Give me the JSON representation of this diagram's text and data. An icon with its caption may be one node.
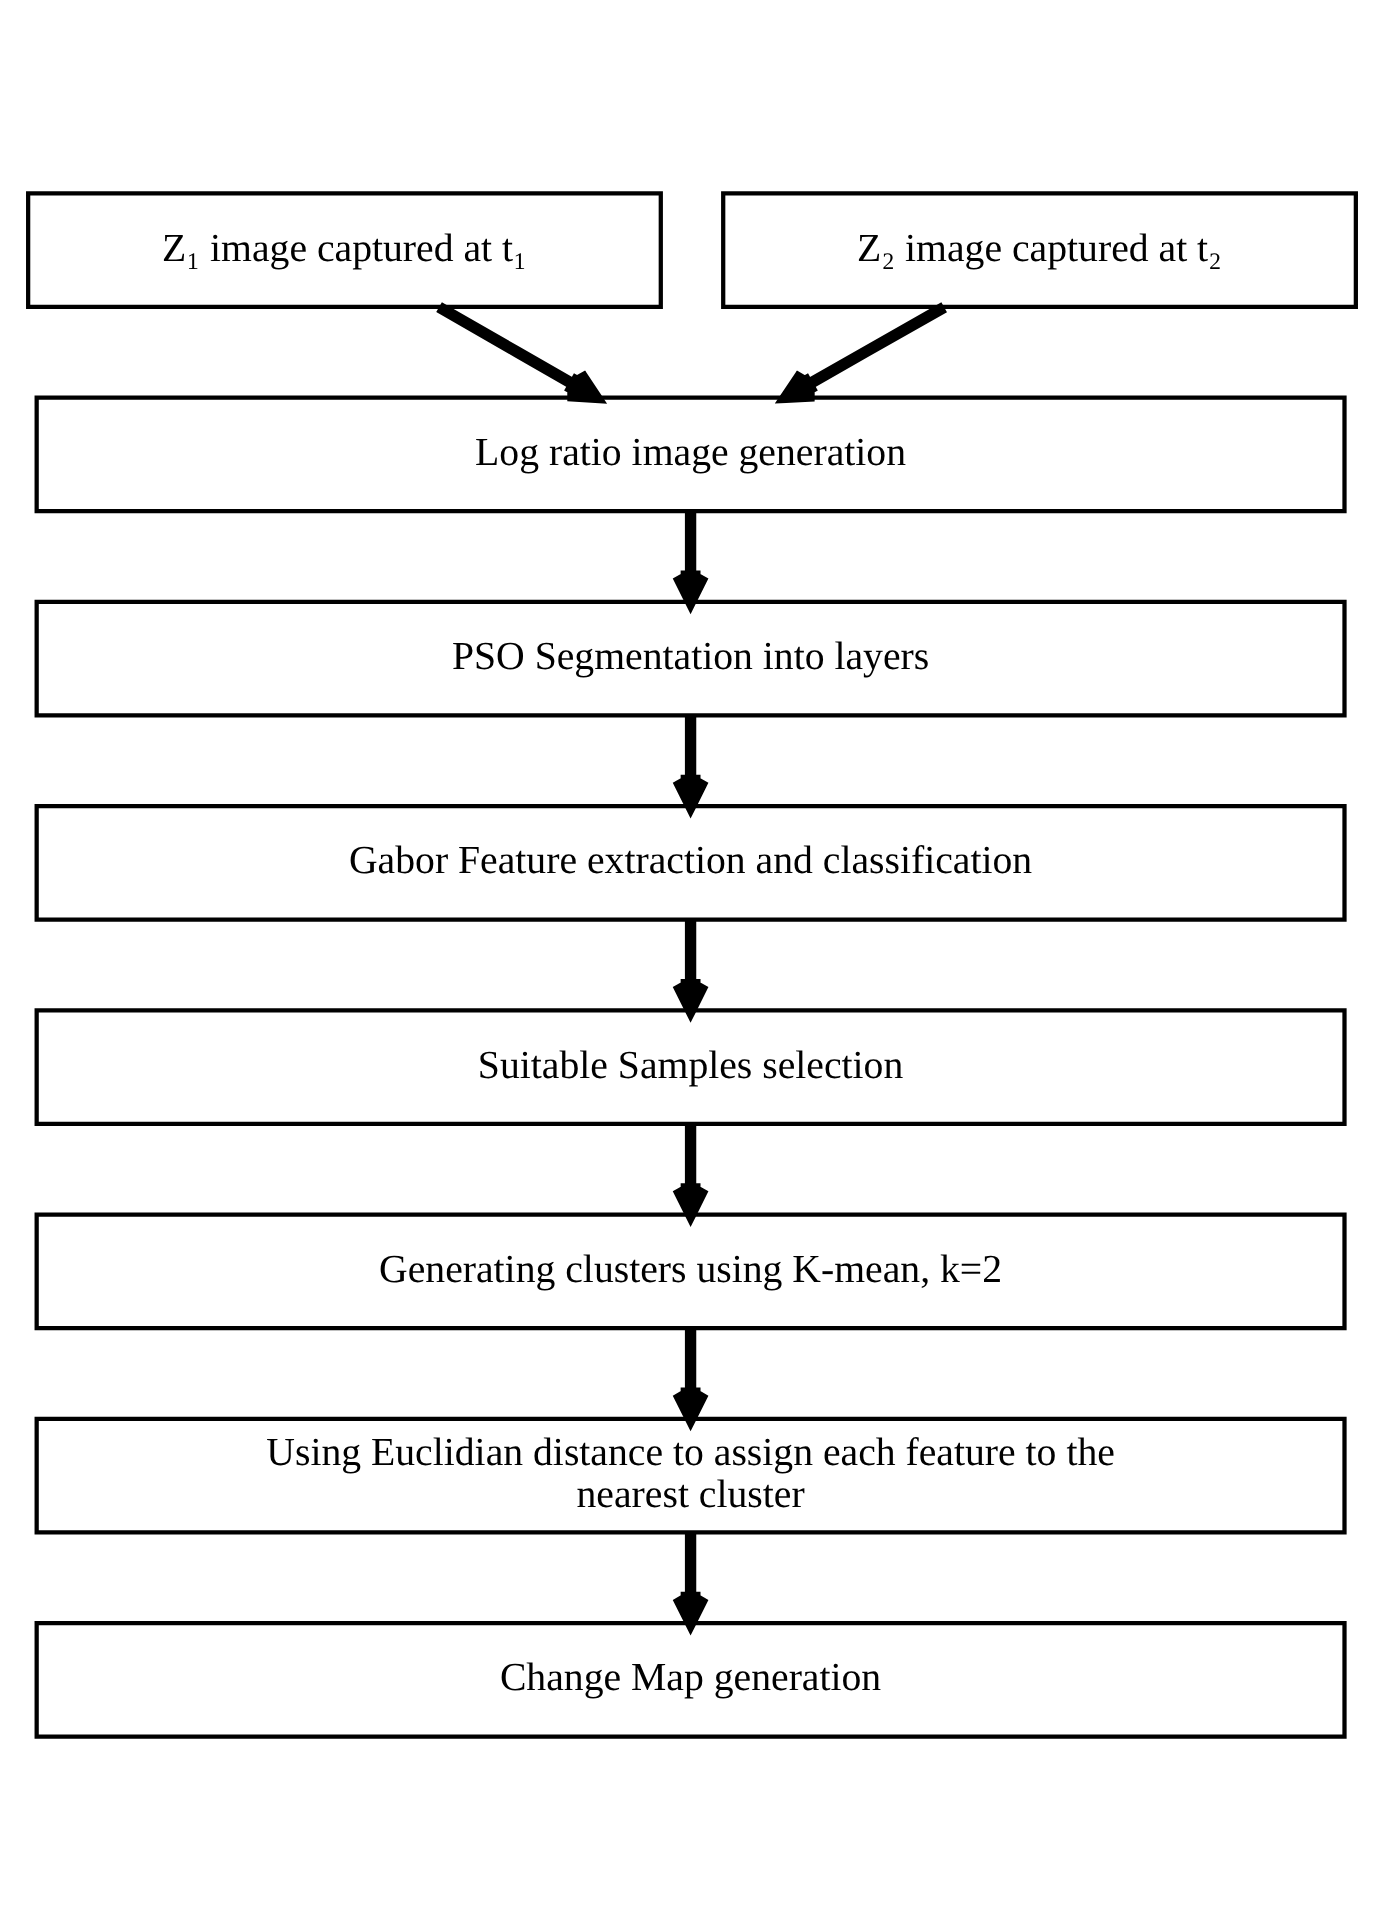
{
  "diagram": {
    "nodes": [
      {
        "text": [
          "Z₁ image captured at t₁"
        ]
      },
      {
        "text": [
          "Z₂ image captured at t₂"
        ]
      },
      {
        "text": [
          "Log ratio image generation"
        ]
      },
      {
        "text": [
          "PSO Segmentation into layers"
        ]
      },
      {
        "text": [
          "Gabor Feature extraction and classification"
        ]
      },
      {
        "text": [
          "Suitable Samples selection"
        ]
      },
      {
        "text": [
          "Generating clusters using K-mean, k=2"
        ]
      },
      {
        "text": [
          "Using Euclidian distance to assign each feature to the nearest cluster"
        ]
      },
      {
        "text": [
          "Change Map generation"
        ]
      }
    ],
    "edges": [
      {
        "from": 0,
        "to": 2,
        "arrow": "to"
      },
      {
        "from": 1,
        "to": 2,
        "arrow": "to"
      },
      {
        "from": 2,
        "to": 3,
        "arrow": "to"
      },
      {
        "from": 3,
        "to": 4,
        "arrow": "to"
      },
      {
        "from": 4,
        "to": 5,
        "arrow": "to"
      },
      {
        "from": 5,
        "to": 6,
        "arrow": "to"
      },
      {
        "from": 6,
        "to": 7,
        "arrow": "to"
      },
      {
        "from": 7,
        "to": 8,
        "arrow": "to"
      }
    ]
  }
}
